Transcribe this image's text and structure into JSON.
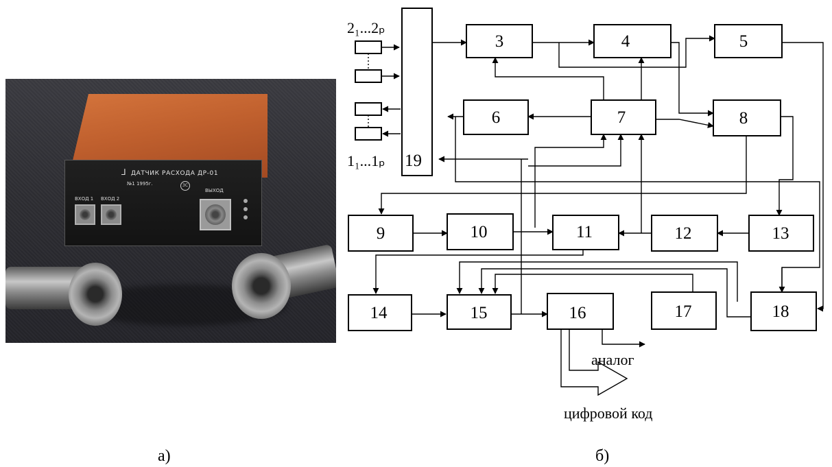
{
  "photo": {
    "device_title": "ДАТЧИК РАСХОДА ДР-01",
    "device_serial": "№1 1995г.",
    "device_mark": "ЗС",
    "input1_label": "ВХОД 1",
    "input2_label": "ВХОД 2",
    "output_label": "ВЫХОД"
  },
  "diagram": {
    "blocks": [
      "3",
      "4",
      "5",
      "6",
      "7",
      "8",
      "9",
      "10",
      "11",
      "12",
      "13",
      "14",
      "15",
      "16",
      "17",
      "18",
      "19"
    ],
    "io_top_label": "2₁...2ₚ",
    "io_bottom_label": "1₁...1ₚ",
    "analog_label": "аналог",
    "digital_label": "цифровой код"
  },
  "captions": {
    "left": "а)",
    "right": "б)"
  }
}
